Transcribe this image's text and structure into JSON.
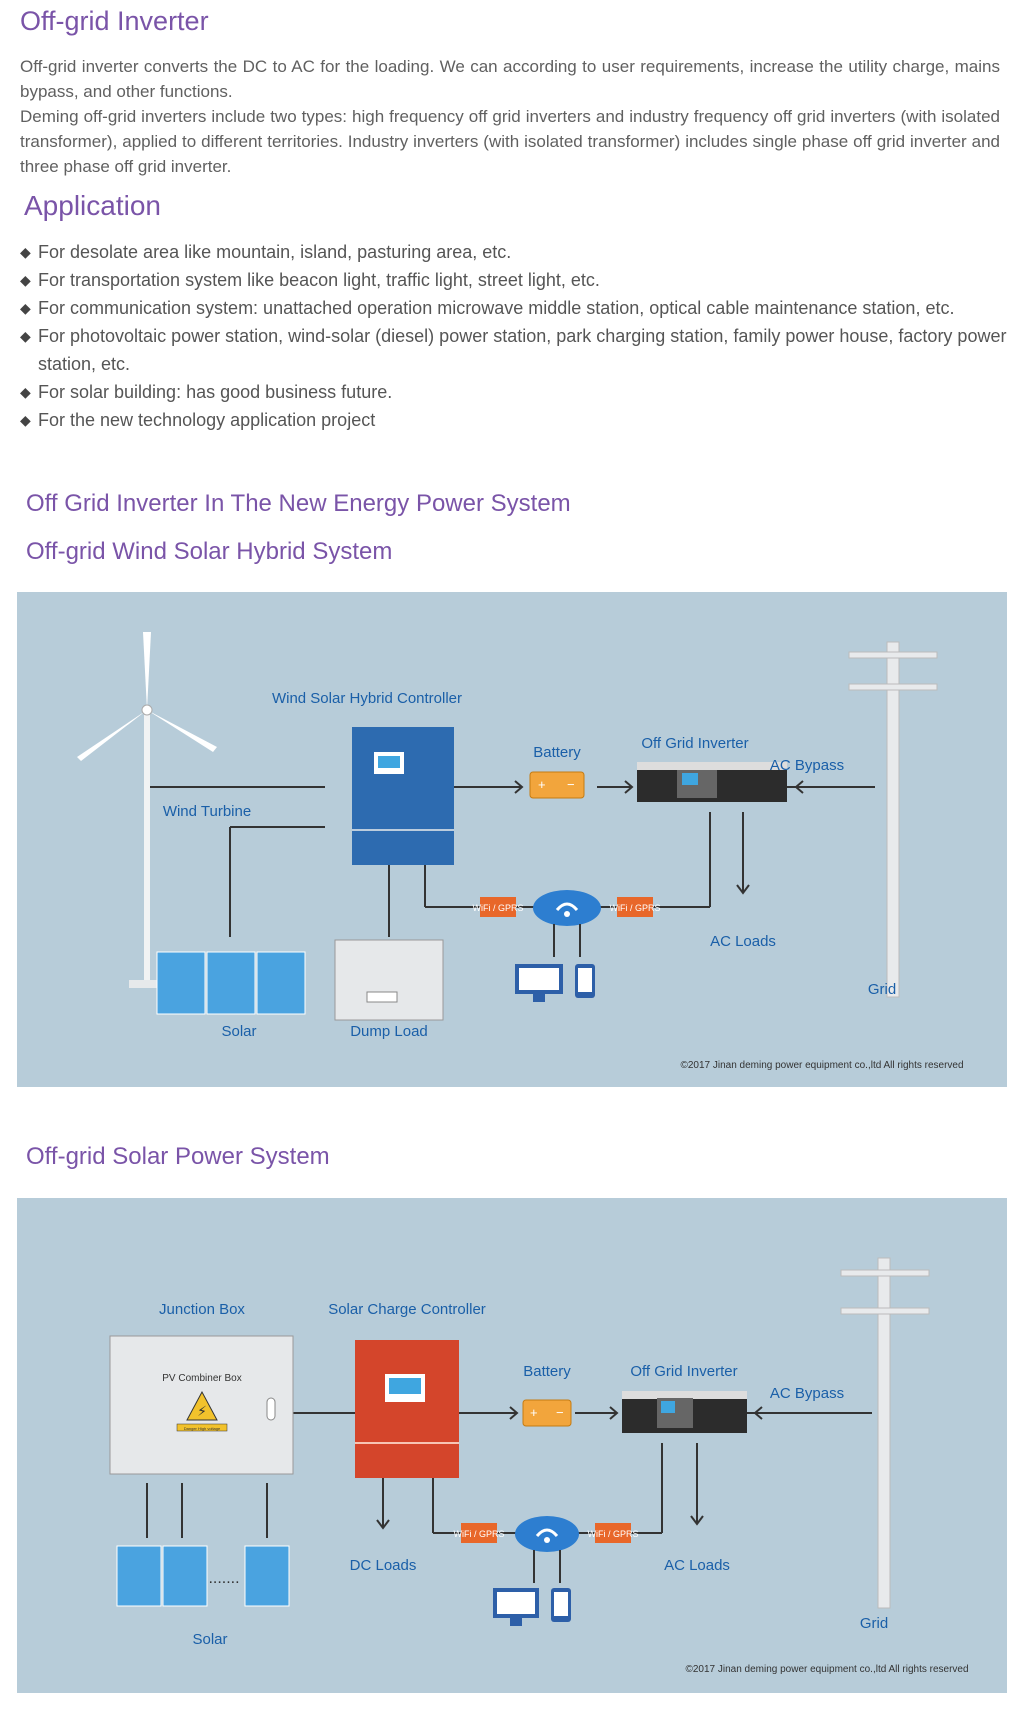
{
  "title": "Off-grid Inverter",
  "intro": [
    "Off-grid inverter converts the DC to AC for the loading. We can according to user requirements, increase the utility charge, mains bypass, and other functions.",
    "Deming off-grid inverters include two types: high frequency off grid inverters and industry frequency off grid inverters (with isolated transformer), applied to different territories. Industry inverters (with isolated transformer) includes single phase off grid inverter and three phase off grid inverter."
  ],
  "application": {
    "heading": "Application",
    "items": [
      "For desolate area like mountain, island, pasturing area, etc.",
      "For transportation system like beacon light, traffic light, street light, etc.",
      "For communication system: unattached operation microwave middle station, optical cable maintenance station, etc.",
      "For photovoltaic power station, wind-solar (diesel) power station, park charging station, family power house, factory power station, etc.",
      "For solar building: has good business future.",
      "For the new technology application project"
    ]
  },
  "section_title": "Off Grid Inverter In The New Energy Power System",
  "diagram1": {
    "title": "Off-grid Wind Solar Hybrid System",
    "labels": {
      "controller": "Wind Solar Hybrid Controller",
      "battery": "Battery",
      "inverter": "Off Grid Inverter",
      "ac_bypass": "AC Bypass",
      "wind_turbine": "Wind Turbine",
      "ac_loads": "AC Loads",
      "grid": "Grid",
      "solar": "Solar",
      "dump_load": "Dump Load",
      "wifi_left": "WiFi / GPRS",
      "wifi_right": "WiFi / GPRS",
      "copyright": "©2017 Jinan deming power equipment co.,ltd All rights reserved"
    }
  },
  "diagram2": {
    "title": "Off-grid Solar Power System",
    "labels": {
      "junction_box": "Junction Box",
      "combiner": "PV Combiner Box",
      "warning": "Danger High voltage",
      "controller": "Solar Charge Controller",
      "battery": "Battery",
      "inverter": "Off Grid Inverter",
      "ac_bypass": "AC Bypass",
      "dc_loads": "DC Loads",
      "ac_loads": "AC Loads",
      "grid": "Grid",
      "solar": "Solar",
      "dots": ".......",
      "wifi_left": "WiFi / GPRS",
      "wifi_right": "WiFi / GPRS",
      "copyright": "©2017 Jinan deming power equipment co.,ltd All rights reserved"
    }
  },
  "colors": {
    "heading": "#7a54a8",
    "diagram_bg": "#b7ccd9",
    "label": "#1a5fa8",
    "controller_blue": "#2d6bb0",
    "controller_red": "#d4452b",
    "battery": "#f2a53c",
    "wifi": "#e8672a",
    "solar_cell": "#4aa3e0"
  }
}
